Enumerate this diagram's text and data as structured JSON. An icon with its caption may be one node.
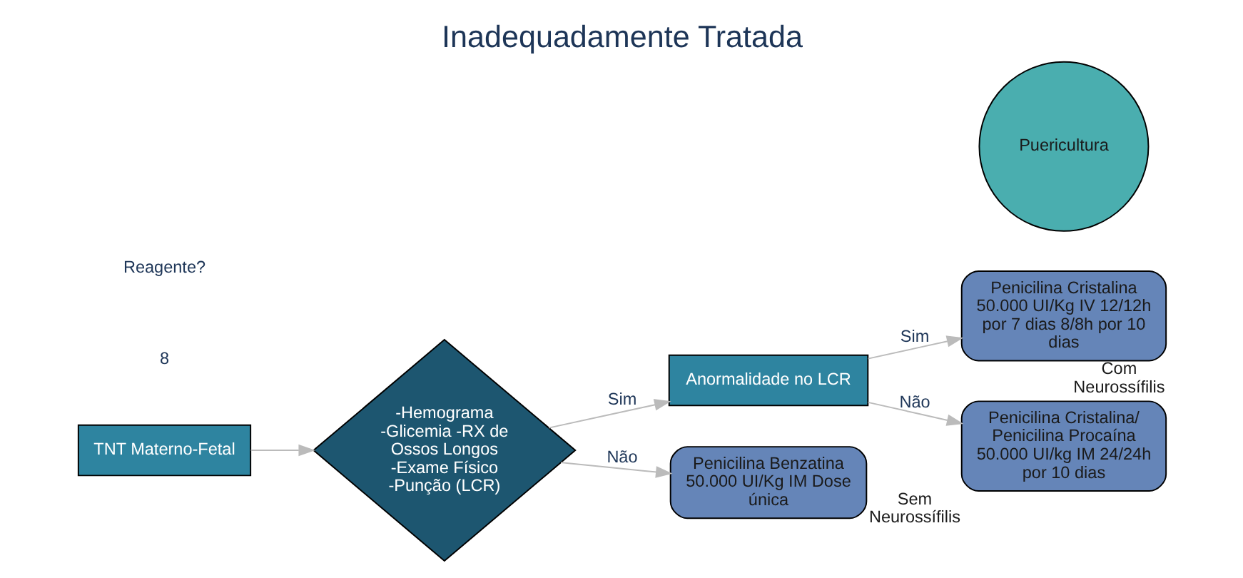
{
  "diagram": {
    "title": "Inadequadamente Tratada",
    "nodes": [
      {
        "text": [
          "TNT Materno-Fetal"
        ]
      },
      {
        "text": [
          "-Hemograma -Glicemia -RX de Ossos Longos -Exame Físico -Punção (LCR)"
        ]
      },
      {
        "text": [
          "Anormalidade no LCR"
        ]
      },
      {
        "text": [
          "Penicilina Benzatina 50.000 UI/Kg IM Dose única"
        ]
      },
      {
        "text": [
          "Penicilina Cristalina 50.000 UI/Kg IV 12/12h por 7 dias 8/8h por 10 dias"
        ],
        "beside": [
          "Com Neurossífilis"
        ]
      },
      {
        "text": [
          "Penicilina Cristalina/ Penicilina Procaína 50.000 UI/kg IM 24/24h por 10 dias"
        ],
        "beside": [
          "Sem Neurossífilis"
        ]
      },
      {
        "text": [
          "Puericultura"
        ]
      }
    ],
    "edges": [
      {
        "from": 0,
        "to": 1,
        "arrow": "to"
      },
      {
        "from": 1,
        "to": 2,
        "arrow": "to",
        "label": "Sim"
      },
      {
        "from": 1,
        "to": 3,
        "arrow": "to",
        "label": "Não"
      },
      {
        "from": 2,
        "to": 4,
        "arrow": "to",
        "label": "Sim"
      },
      {
        "from": 2,
        "to": 5,
        "arrow": "to",
        "label": "Não"
      }
    ],
    "labels": [
      "8",
      "Reagente?"
    ]
  }
}
